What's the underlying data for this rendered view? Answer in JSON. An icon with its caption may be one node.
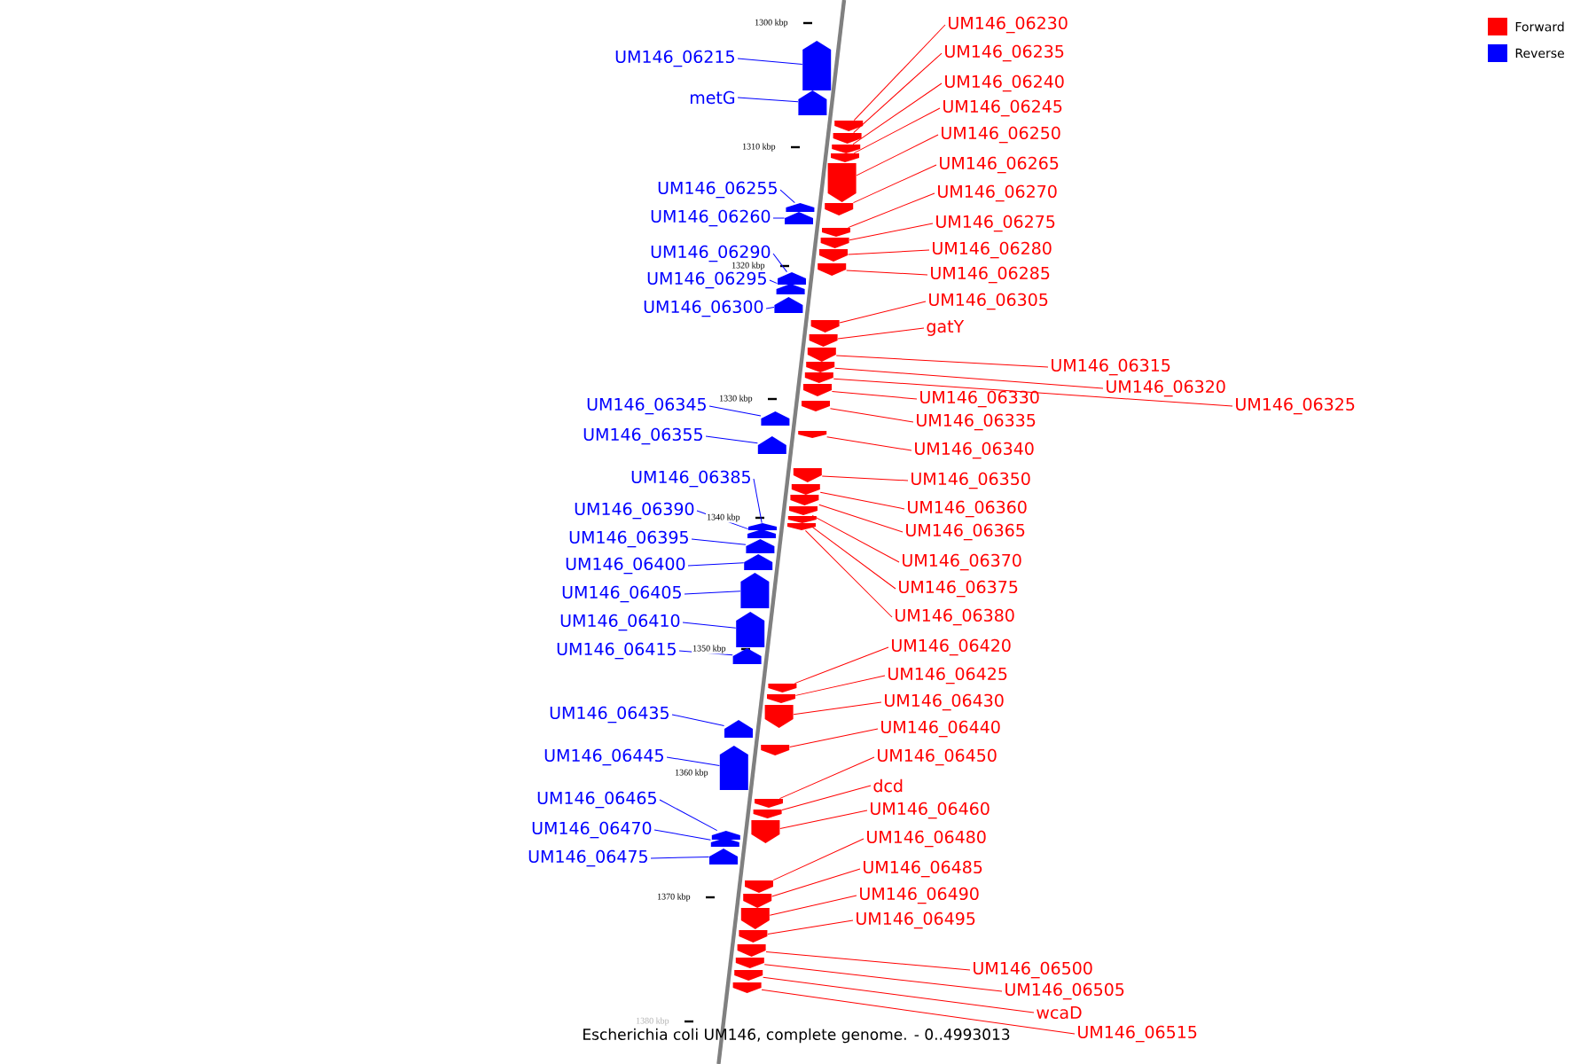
{
  "diagram": {
    "caption": "Escherichia coli UM146, complete genome. - 0..4993013",
    "nodes": [
      {
        "text": [
          "UM146_06215"
        ]
      },
      {
        "text": [
          "metG"
        ]
      },
      {
        "text": [
          "UM146_06255"
        ]
      },
      {
        "text": [
          "UM146_06260"
        ]
      },
      {
        "text": [
          "UM146_06290"
        ]
      },
      {
        "text": [
          "UM146_06295"
        ]
      },
      {
        "text": [
          "UM146_06300"
        ]
      },
      {
        "text": [
          "UM146_06345"
        ]
      },
      {
        "text": [
          "UM146_06355"
        ]
      },
      {
        "text": [
          "UM146_06385"
        ]
      },
      {
        "text": [
          "UM146_06390"
        ]
      },
      {
        "text": [
          "UM146_06395"
        ]
      },
      {
        "text": [
          "UM146_06400"
        ]
      },
      {
        "text": [
          "UM146_06405"
        ]
      },
      {
        "text": [
          "UM146_06410"
        ]
      },
      {
        "text": [
          "UM146_06415"
        ]
      },
      {
        "text": [
          "UM146_06435"
        ]
      },
      {
        "text": [
          "UM146_06445"
        ]
      },
      {
        "text": [
          "UM146_06465"
        ]
      },
      {
        "text": [
          "UM146_06470"
        ]
      },
      {
        "text": [
          "UM146_06475"
        ]
      },
      {
        "text": [
          "UM146_06230"
        ]
      },
      {
        "text": [
          "UM146_06235"
        ]
      },
      {
        "text": [
          "UM146_06240"
        ]
      },
      {
        "text": [
          "UM146_06245"
        ]
      },
      {
        "text": [
          "UM146_06250"
        ]
      },
      {
        "text": [
          "UM146_06265"
        ]
      },
      {
        "text": [
          "UM146_06270"
        ]
      },
      {
        "text": [
          "UM146_06275"
        ]
      },
      {
        "text": [
          "UM146_06280"
        ]
      },
      {
        "text": [
          "UM146_06285"
        ]
      },
      {
        "text": [
          "UM146_06305"
        ]
      },
      {
        "text": [
          "gatY"
        ]
      },
      {
        "text": [
          "UM146_06315"
        ]
      },
      {
        "text": [
          "UM146_06320"
        ]
      },
      {
        "text": [
          "UM146_06325"
        ]
      },
      {
        "text": [
          "UM146_06330"
        ]
      },
      {
        "text": [
          "UM146_06335"
        ]
      },
      {
        "text": [
          "UM146_06340"
        ]
      },
      {
        "text": [
          "UM146_06350"
        ]
      },
      {
        "text": [
          "UM146_06360"
        ]
      },
      {
        "text": [
          "UM146_06365"
        ]
      },
      {
        "text": [
          "UM146_06370"
        ]
      },
      {
        "text": [
          "UM146_06375"
        ]
      },
      {
        "text": [
          "UM146_06380"
        ]
      },
      {
        "text": [
          "UM146_06420"
        ]
      },
      {
        "text": [
          "UM146_06425"
        ]
      },
      {
        "text": [
          "UM146_06430"
        ]
      },
      {
        "text": [
          "UM146_06440"
        ]
      },
      {
        "text": [
          "UM146_06450"
        ]
      },
      {
        "text": [
          "dcd"
        ]
      },
      {
        "text": [
          "UM146_06460"
        ]
      },
      {
        "text": [
          "UM146_06480"
        ]
      },
      {
        "text": [
          "UM146_06485"
        ]
      },
      {
        "text": [
          "UM146_06490"
        ]
      },
      {
        "text": [
          "UM146_06495"
        ]
      },
      {
        "text": [
          "UM146_06500"
        ]
      },
      {
        "text": [
          "UM146_06505"
        ]
      },
      {
        "text": [
          "wcaD"
        ]
      },
      {
        "text": [
          "UM146_06515"
        ]
      },
      {
        "text": [],
        "shape": "arrow"
      },
      {
        "text": [],
        "shape": "arrow"
      },
      {
        "text": [],
        "shape": "arrow"
      },
      {
        "text": [],
        "shape": "arrow"
      },
      {
        "text": [],
        "shape": "arrow"
      },
      {
        "text": [],
        "shape": "arrow"
      },
      {
        "text": [],
        "shape": "arrow"
      },
      {
        "text": [],
        "shape": "arrow"
      },
      {
        "text": [],
        "shape": "arrow"
      },
      {
        "text": [],
        "shape": "arrow"
      },
      {
        "text": [],
        "shape": "arrow"
      },
      {
        "text": [],
        "shape": "arrow"
      },
      {
        "text": [],
        "shape": "arrow"
      },
      {
        "text": [],
        "shape": "arrow"
      },
      {
        "text": [],
        "shape": "arrow"
      },
      {
        "text": [],
        "shape": "arrow"
      },
      {
        "text": [],
        "shape": "arrow"
      },
      {
        "text": [],
        "shape": "arrow"
      },
      {
        "text": [],
        "shape": "arrow"
      },
      {
        "text": [],
        "shape": "arrow"
      },
      {
        "text": [],
        "shape": "arrow"
      },
      {
        "text": [],
        "shape": "arrow"
      },
      {
        "text": [],
        "shape": "arrow"
      },
      {
        "text": [],
        "shape": "arrow"
      },
      {
        "text": [],
        "shape": "arrow"
      },
      {
        "text": [],
        "shape": "arrow"
      },
      {
        "text": [],
        "shape": "arrow"
      },
      {
        "text": [],
        "shape": "arrow"
      },
      {
        "text": [],
        "shape": "arrow"
      },
      {
        "text": [],
        "shape": "arrow"
      },
      {
        "text": [],
        "shape": "arrow"
      },
      {
        "text": [],
        "shape": "arrow"
      },
      {
        "text": [],
        "shape": "arrow"
      },
      {
        "text": [],
        "shape": "arrow"
      },
      {
        "text": [],
        "shape": "arrow"
      },
      {
        "text": [],
        "shape": "arrow"
      },
      {
        "text": [],
        "shape": "arrow"
      },
      {
        "text": [],
        "shape": "arrow"
      },
      {
        "text": [],
        "shape": "arrow"
      },
      {
        "text": [],
        "shape": "arrow"
      },
      {
        "text": [],
        "shape": "arrow"
      },
      {
        "text": [],
        "shape": "arrow"
      },
      {
        "text": [],
        "shape": "arrow"
      },
      {
        "text": [],
        "shape": "arrow"
      },
      {
        "text": [],
        "shape": "arrow"
      },
      {
        "text": [],
        "shape": "arrow"
      },
      {
        "text": [],
        "shape": "arrow"
      },
      {
        "text": [],
        "shape": "arrow"
      },
      {
        "text": [],
        "shape": "arrow"
      },
      {
        "text": [],
        "shape": "arrow"
      },
      {
        "text": [],
        "shape": "arrow"
      },
      {
        "text": [],
        "shape": "arrow"
      },
      {
        "text": [],
        "shape": "arrow"
      },
      {
        "text": [],
        "shape": "arrow"
      },
      {
        "text": [],
        "shape": "arrow"
      },
      {
        "text": [],
        "shape": "arrow"
      },
      {
        "text": [],
        "shape": "arrow"
      },
      {
        "text": [],
        "shape": "arrow"
      },
      {
        "text": [],
        "shape": "arrow"
      },
      {
        "text": [],
        "shape": "arrow"
      }
    ],
    "edges": [
      {
        "from": 0,
        "to": 60,
        "arrow": "none",
        "color": "#0000ff"
      },
      {
        "from": 1,
        "to": 61,
        "arrow": "none",
        "color": "#0000ff"
      },
      {
        "from": 2,
        "to": 62,
        "arrow": "none",
        "color": "#0000ff"
      },
      {
        "from": 3,
        "to": 63,
        "arrow": "none",
        "color": "#0000ff"
      },
      {
        "from": 4,
        "to": 64,
        "arrow": "none",
        "color": "#0000ff"
      },
      {
        "from": 5,
        "to": 65,
        "arrow": "none",
        "color": "#0000ff"
      },
      {
        "from": 6,
        "to": 66,
        "arrow": "none",
        "color": "#0000ff"
      },
      {
        "from": 7,
        "to": 67,
        "arrow": "none",
        "color": "#0000ff"
      },
      {
        "from": 8,
        "to": 68,
        "arrow": "none",
        "color": "#0000ff"
      },
      {
        "from": 9,
        "to": 69,
        "arrow": "none",
        "color": "#0000ff"
      },
      {
        "from": 10,
        "to": 70,
        "arrow": "none",
        "color": "#0000ff"
      },
      {
        "from": 11,
        "to": 71,
        "arrow": "none",
        "color": "#0000ff"
      },
      {
        "from": 12,
        "to": 72,
        "arrow": "none",
        "color": "#0000ff"
      },
      {
        "from": 13,
        "to": 73,
        "arrow": "none",
        "color": "#0000ff"
      },
      {
        "from": 14,
        "to": 74,
        "arrow": "none",
        "color": "#0000ff"
      },
      {
        "from": 15,
        "to": 75,
        "arrow": "none",
        "color": "#0000ff"
      },
      {
        "from": 16,
        "to": 76,
        "arrow": "none",
        "color": "#0000ff"
      },
      {
        "from": 17,
        "to": 77,
        "arrow": "none",
        "color": "#0000ff"
      },
      {
        "from": 18,
        "to": 78,
        "arrow": "none",
        "color": "#0000ff"
      },
      {
        "from": 19,
        "to": 79,
        "arrow": "none",
        "color": "#0000ff"
      },
      {
        "from": 20,
        "to": 80,
        "arrow": "none",
        "color": "#0000ff"
      },
      {
        "from": 21,
        "to": 81,
        "arrow": "none"
      },
      {
        "from": 22,
        "to": 82,
        "arrow": "none"
      },
      {
        "from": 23,
        "to": 83,
        "arrow": "none"
      },
      {
        "from": 24,
        "to": 84,
        "arrow": "none"
      },
      {
        "from": 25,
        "to": 85,
        "arrow": "none"
      },
      {
        "from": 26,
        "to": 86,
        "arrow": "none"
      },
      {
        "from": 27,
        "to": 87,
        "arrow": "none"
      },
      {
        "from": 28,
        "to": 88,
        "arrow": "none"
      },
      {
        "from": 29,
        "to": 89,
        "arrow": "none"
      },
      {
        "from": 30,
        "to": 90,
        "arrow": "none"
      },
      {
        "from": 31,
        "to": 91,
        "arrow": "none"
      },
      {
        "from": 32,
        "to": 92,
        "arrow": "none"
      },
      {
        "from": 33,
        "to": 93,
        "arrow": "none"
      },
      {
        "from": 34,
        "to": 94,
        "arrow": "none"
      },
      {
        "from": 35,
        "to": 95,
        "arrow": "none"
      },
      {
        "from": 36,
        "to": 96,
        "arrow": "none"
      },
      {
        "from": 37,
        "to": 97,
        "arrow": "none"
      },
      {
        "from": 38,
        "to": 98,
        "arrow": "none"
      },
      {
        "from": 39,
        "to": 99,
        "arrow": "none"
      },
      {
        "from": 40,
        "to": 100,
        "arrow": "none"
      },
      {
        "from": 41,
        "to": 101,
        "arrow": "none"
      },
      {
        "from": 42,
        "to": 102,
        "arrow": "none"
      },
      {
        "from": 43,
        "to": 103,
        "arrow": "none"
      },
      {
        "from": 44,
        "to": 104,
        "arrow": "none"
      },
      {
        "from": 45,
        "to": 105,
        "arrow": "none"
      },
      {
        "from": 46,
        "to": 106,
        "arrow": "none"
      },
      {
        "from": 47,
        "to": 107,
        "arrow": "none"
      },
      {
        "from": 48,
        "to": 108,
        "arrow": "none"
      },
      {
        "from": 49,
        "to": 109,
        "arrow": "none"
      },
      {
        "from": 50,
        "to": 110,
        "arrow": "none"
      },
      {
        "from": 51,
        "to": 111,
        "arrow": "none"
      },
      {
        "from": 52,
        "to": 112,
        "arrow": "none"
      },
      {
        "from": 53,
        "to": 113,
        "arrow": "none"
      },
      {
        "from": 54,
        "to": 114,
        "arrow": "none"
      },
      {
        "from": 55,
        "to": 115,
        "arrow": "none"
      },
      {
        "from": 56,
        "to": 116,
        "arrow": "none"
      },
      {
        "from": 57,
        "to": 117,
        "arrow": "none"
      },
      {
        "from": 58,
        "to": 118,
        "arrow": "none"
      },
      {
        "from": 59,
        "to": 119,
        "arrow": "none"
      }
    ],
    "labels": [
      "1300 kbp",
      "1310 kbp",
      "1320 kbp",
      "1330 kbp",
      "1340 kbp",
      "1350 kbp",
      "1360 kbp",
      "1370 kbp",
      "1380 kbp"
    ],
    "legend": [
      {
        "text": "Forward",
        "color": "#ff0000"
      },
      {
        "text": "Reverse",
        "color": "#0000ff"
      }
    ]
  }
}
